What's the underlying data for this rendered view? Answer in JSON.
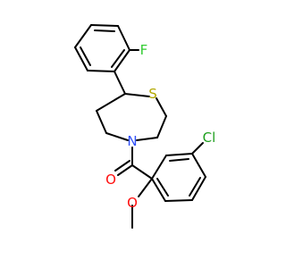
{
  "molecule": {
    "atom_labels": {
      "fluorine": "F",
      "sulfur": "S",
      "nitrogen": "N",
      "oxygen_carbonyl": "O",
      "chlorine": "Cl",
      "oxygen_methoxy": "O"
    },
    "colors": {
      "fluorine": "#33cc33",
      "sulfur": "#b3a800",
      "nitrogen": "#3050f8",
      "oxygen": "#ff0d0d",
      "chlorine": "#1fa01f",
      "bond": "#000000"
    }
  }
}
